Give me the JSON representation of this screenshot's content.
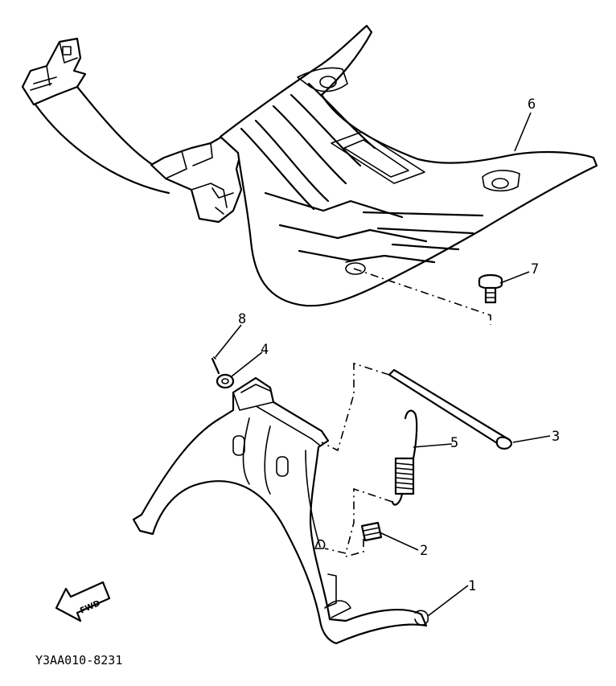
{
  "diagram": {
    "drawing_code": "Y3AA010-8231",
    "direction_label": "FWD",
    "callouts": [
      {
        "id": "1",
        "label": "1"
      },
      {
        "id": "2",
        "label": "2"
      },
      {
        "id": "3",
        "label": "3"
      },
      {
        "id": "4",
        "label": "4"
      },
      {
        "id": "5",
        "label": "5"
      },
      {
        "id": "6",
        "label": "6"
      },
      {
        "id": "7",
        "label": "7"
      },
      {
        "id": "8",
        "label": "8"
      }
    ]
  }
}
